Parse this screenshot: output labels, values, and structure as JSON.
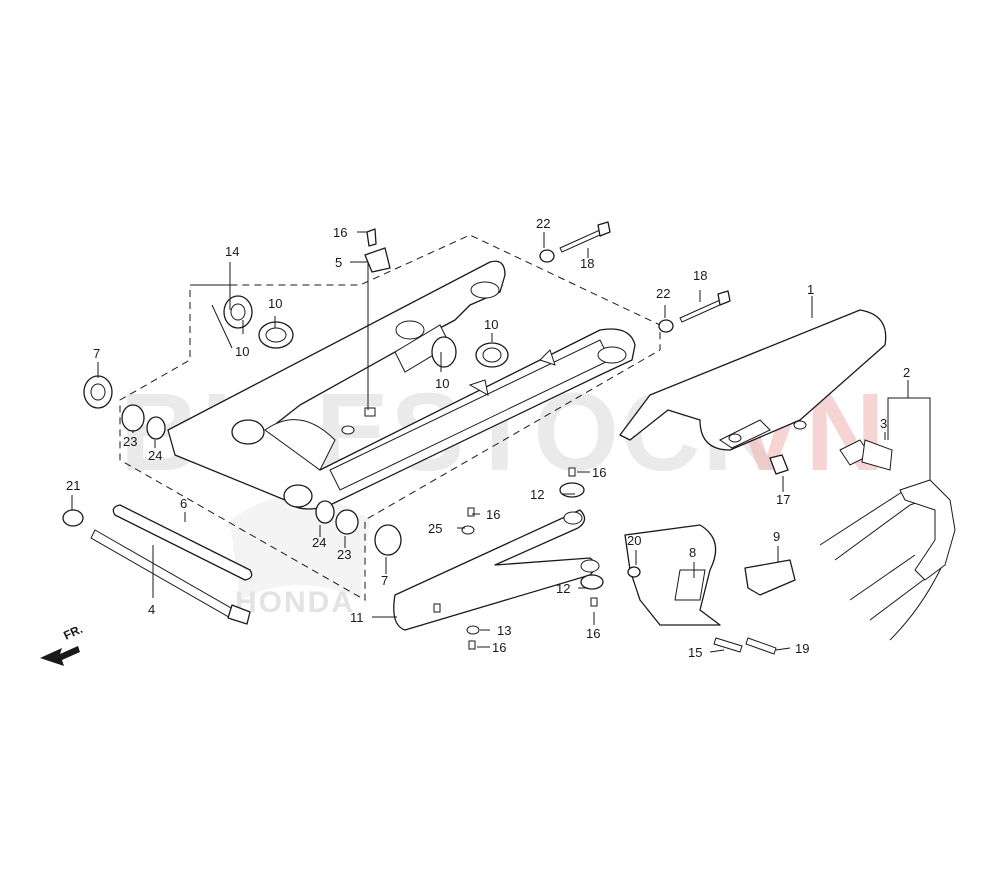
{
  "watermark": {
    "brand_main": "BIKESTOCK",
    "brand_accent": "VN",
    "logo_text": "HONDA"
  },
  "direction_label": "FR.",
  "callouts": {
    "c1": "1",
    "c2": "2",
    "c3": "3",
    "c4": "4",
    "c5": "5",
    "c6": "6",
    "c7a": "7",
    "c7b": "7",
    "c8": "8",
    "c9": "9",
    "c10a": "10",
    "c10b": "10",
    "c10c": "10",
    "c10d": "10",
    "c11": "11",
    "c12a": "12",
    "c12b": "12",
    "c13": "13",
    "c14": "14",
    "c15": "15",
    "c16a": "16",
    "c16b": "16",
    "c16c": "16",
    "c16d": "16",
    "c16e": "16",
    "c17": "17",
    "c18a": "18",
    "c18b": "18",
    "c19": "19",
    "c20": "20",
    "c21": "21",
    "c22a": "22",
    "c22b": "22",
    "c23a": "23",
    "c23b": "23",
    "c24a": "24",
    "c24b": "24",
    "c25": "25"
  }
}
